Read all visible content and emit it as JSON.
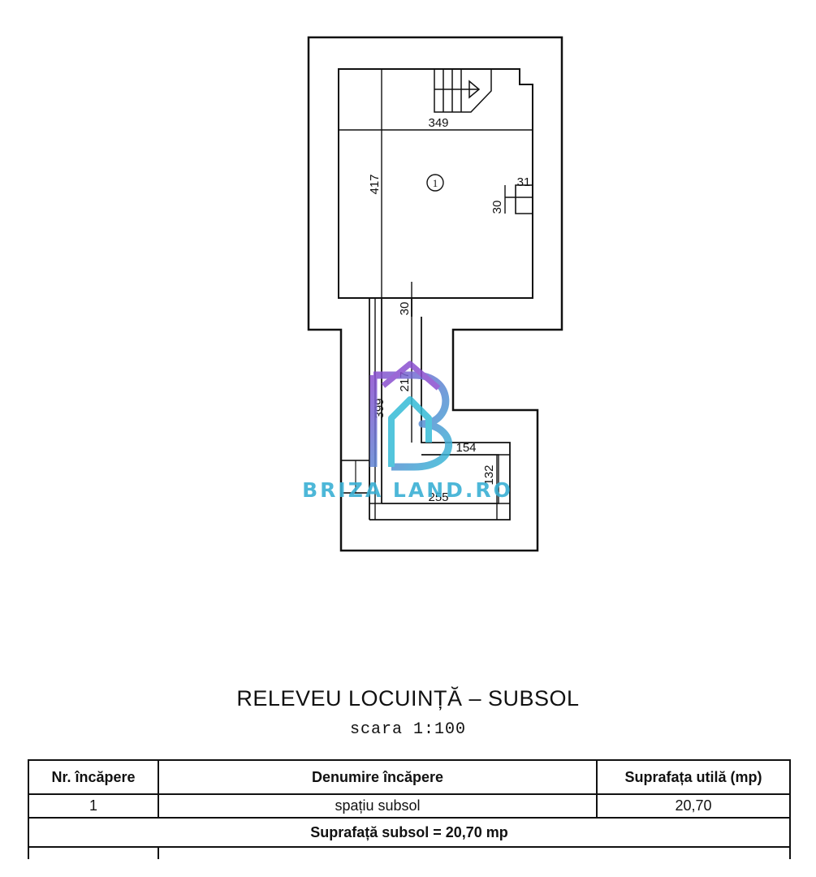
{
  "plan": {
    "dimensions": {
      "d349": "349",
      "d417": "417",
      "d31": "31",
      "d30a": "30",
      "d30b": "30",
      "d217": "217",
      "d399": "399",
      "d154": "154",
      "d132": "132",
      "d255": "255"
    },
    "room_marker": "1"
  },
  "watermark": {
    "text": "BRIZA LAND.RO",
    "colors": {
      "purple": "#7b4fc4",
      "teal": "#3ab8d4"
    }
  },
  "title": "RELEVEU  LOCUINȚĂ – SUBSOL",
  "subtitle": "scara 1:100",
  "table": {
    "headers": [
      "Nr. încăpere",
      "Denumire încăpere",
      "Suprafața utilă (mp)"
    ],
    "rows": [
      {
        "nr": "1",
        "name": "spațiu subsol",
        "area": "20,70"
      }
    ],
    "total": "Suprafață  subsol = 20,70 mp"
  }
}
